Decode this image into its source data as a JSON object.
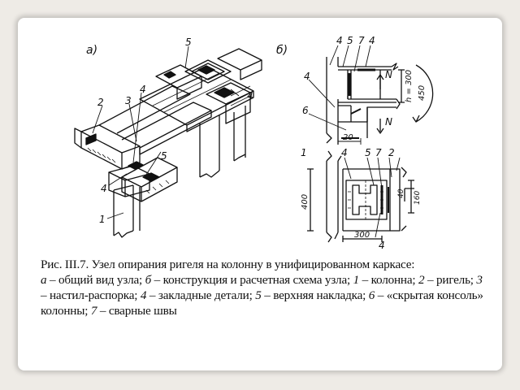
{
  "figure": {
    "panel_a_label": "а)",
    "panel_b_label": "б)",
    "callouts_a": [
      "5",
      "4",
      "2",
      "3",
      "4",
      "5",
      "4",
      "1"
    ],
    "top_numbers_b": [
      "4",
      "5",
      "7",
      "4"
    ],
    "side_numbers_b": [
      "4",
      "6",
      "1"
    ],
    "plan_numbers_b": [
      "4",
      "5",
      "7",
      "2",
      "4"
    ],
    "force_label_top": "N",
    "force_label_bottom": "N",
    "dim_h300": "h = 300",
    "dim_450": "450",
    "dim_20": "20",
    "dim_400": "400",
    "dim_300": "300",
    "dim_40": "40",
    "dim_160": "160"
  },
  "caption": {
    "line1": "Рис. III.7. Узел опирания ригеля на колонну в унифицированном каркасе:",
    "a_letter": "а",
    "a_text": " – общий вид узла; ",
    "b_letter": "б",
    "b_text": " – конструкция и расчетная схема узла; ",
    "n1": "1",
    "t1": " – колонна; ",
    "n2": "2",
    "t2": " – ригель; ",
    "n3": "3",
    "t3": " – настил-распорка; ",
    "n4": "4",
    "t4": " – закладные детали; ",
    "n5": "5",
    "t5": " – верхняя накладка; ",
    "n6": "6",
    "t6": " – «скрытая консоль» колонны; ",
    "n7": "7",
    "t7": " – сварные швы"
  }
}
